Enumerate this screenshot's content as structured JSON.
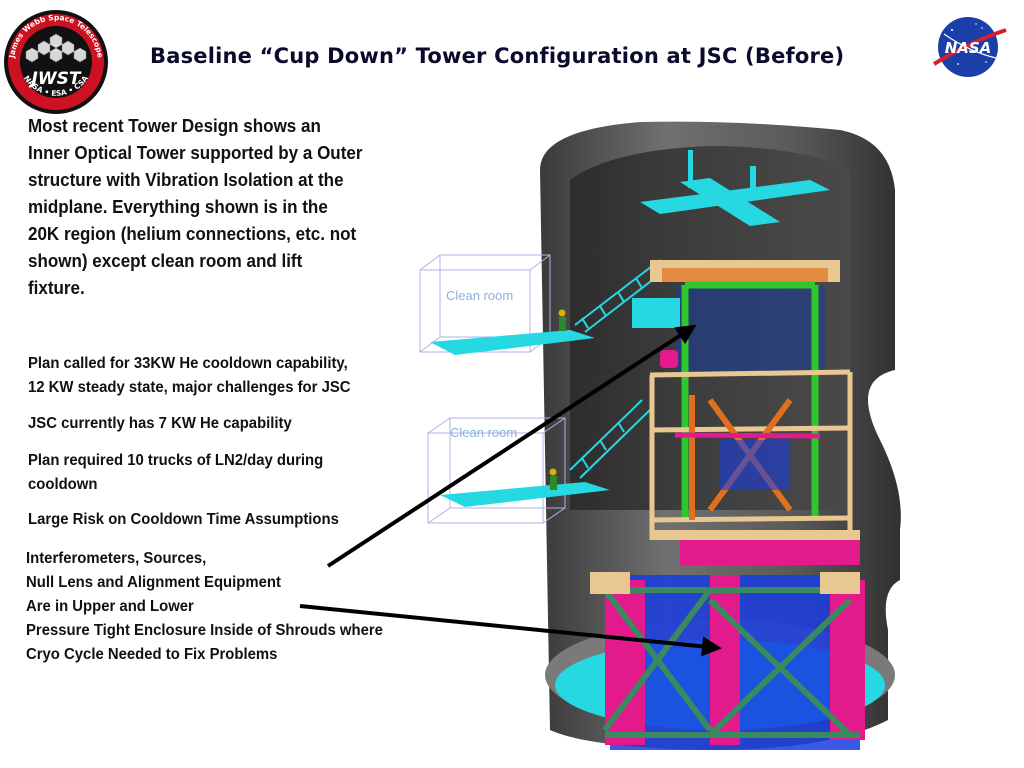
{
  "title": "Baseline “Cup Down” Tower Configuration at JSC (Before)",
  "logos": {
    "jwst": {
      "icon": "jwst-logo",
      "ring_text": "James Webb Space Telescope",
      "name": "JWST",
      "partners": "NASA • ESA • CSA"
    },
    "nasa": {
      "icon": "nasa-meatball-logo",
      "name": "NASA"
    }
  },
  "intro": [
    "Most recent Tower Design shows an",
    "Inner Optical Tower supported by a Outer",
    "structure with Vibration Isolation at the",
    "midplane.  Everything shown is in the",
    "20K region (helium connections, etc. not",
    "shown) except  clean room and lift",
    "fixture."
  ],
  "points": [
    [
      "Plan called for 33KW He cooldown capability,",
      "12 KW steady state, major challenges for JSC"
    ],
    [
      "JSC currently has 7 KW He capability"
    ],
    [
      "Plan required 10 trucks of LN2/day during",
      "cooldown"
    ],
    [
      "Large Risk on Cooldown Time Assumptions"
    ]
  ],
  "interferometer_note": [
    "Interferometers, Sources,",
    "Null Lens and Alignment Equipment",
    "Are in Upper and Lower",
    "Pressure Tight Enclosure Inside of Shrouds where",
    "Cryo Cycle Needed to Fix Problems"
  ],
  "diagram": {
    "clean_room_labels": [
      "Clean room",
      "Clean room"
    ]
  },
  "colors": {
    "chamber": "#5a5a5a",
    "cyan": "#22e0e8",
    "green": "#2ec82e",
    "magenta": "#e21a8c",
    "blue": "#1a3ce0",
    "tan": "#e8c890",
    "orange": "#e07020"
  }
}
